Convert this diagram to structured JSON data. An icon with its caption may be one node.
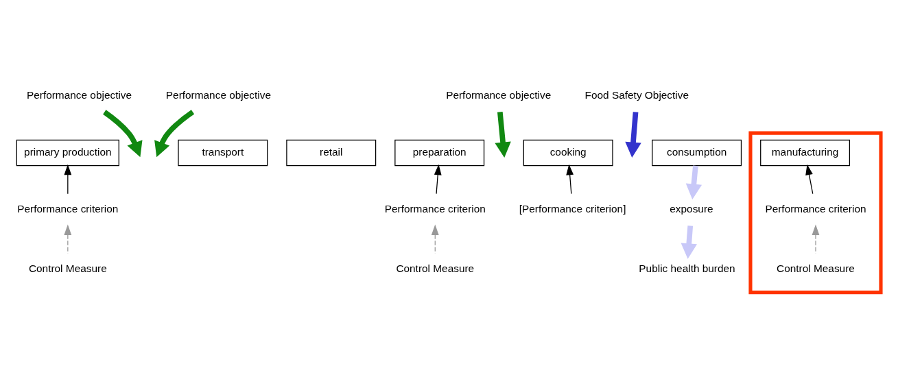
{
  "diagram": {
    "nodes": [
      {
        "text": [],
        "shape": "box"
      },
      {
        "text": [
          "Performance objective"
        ]
      },
      {
        "text": [
          "Performance objective"
        ]
      },
      {
        "text": [
          "Performance objective"
        ]
      },
      {
        "text": [
          "Food Safety Objective"
        ]
      },
      {
        "text": [
          "primary production"
        ]
      },
      {
        "text": [
          "manufacturing"
        ],
        "in": 0
      },
      {
        "text": [
          "transport"
        ]
      },
      {
        "text": [
          "retail"
        ]
      },
      {
        "text": [
          "preparation"
        ]
      },
      {
        "text": [
          "cooking"
        ]
      },
      {
        "text": [
          "consumption"
        ]
      },
      {
        "text": [
          "exposure"
        ]
      },
      {
        "text": [
          "Performance criterion"
        ]
      },
      {
        "text": [
          "Performance criterion"
        ],
        "in": 0
      },
      {
        "text": [
          "Performance criterion"
        ]
      },
      {
        "text": [
          "[Performance criterion]"
        ]
      },
      {
        "text": [
          "Public health burden"
        ]
      },
      {
        "text": [
          "Control Measure"
        ]
      },
      {
        "text": [
          "Control Measure"
        ],
        "in": 0
      },
      {
        "text": [
          "Control Measure"
        ]
      }
    ],
    "edges": [
      {
        "from": 1,
        "to": null,
        "arrow": "to",
        "style": "thick",
        "color": "#118811"
      },
      {
        "from": 2,
        "to": null,
        "arrow": "to",
        "style": "thick",
        "color": "#118811"
      },
      {
        "from": 3,
        "to": null,
        "arrow": "to",
        "style": "thick",
        "color": "#118811"
      },
      {
        "from": 4,
        "to": null,
        "arrow": "to",
        "style": "thick",
        "color": "#3333cc"
      },
      {
        "from": 13,
        "to": 5,
        "arrow": "to"
      },
      {
        "from": 14,
        "to": 6,
        "arrow": "to"
      },
      {
        "from": 15,
        "to": 9,
        "arrow": "to"
      },
      {
        "from": 16,
        "to": 10,
        "arrow": "to"
      },
      {
        "from": 18,
        "to": 13,
        "arrow": "to",
        "style": "dashed",
        "color": "#999999"
      },
      {
        "from": 19,
        "to": 14,
        "arrow": "to",
        "style": "dashed",
        "color": "#999999"
      },
      {
        "from": 20,
        "to": 15,
        "arrow": "to",
        "style": "dashed",
        "color": "#999999"
      },
      {
        "from": 11,
        "to": 12,
        "arrow": "to",
        "style": "thick",
        "color": "#c8c8f8"
      },
      {
        "from": 12,
        "to": 17,
        "arrow": "to",
        "style": "thick",
        "color": "#c8c8f8"
      }
    ]
  }
}
